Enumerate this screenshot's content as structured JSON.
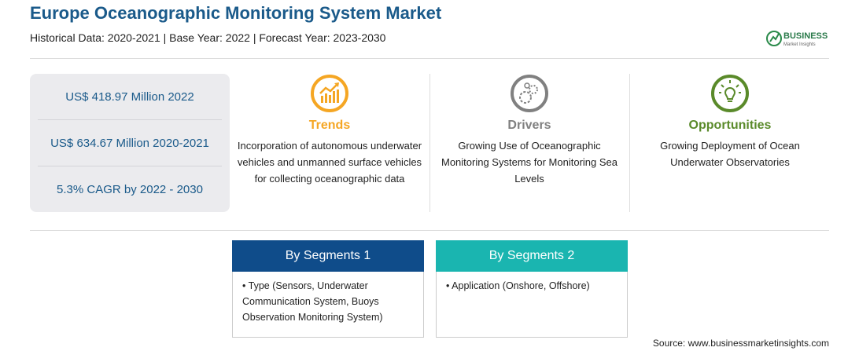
{
  "header": {
    "title": "Europe Oceanographic Monitoring System Market",
    "subtitle": "Historical Data: 2020-2021 | Base Year: 2022 | Forecast Year: 2023-2030",
    "logo_text": "BUSINESS Market Insights"
  },
  "stats": [
    "US$ 418.97 Million 2022",
    "US$ 634.67 Million 2020-2021",
    "5.3% CAGR by 2022 - 2030"
  ],
  "columns": [
    {
      "title": "Trends",
      "icon": "trend-chart-icon",
      "color": "#f5a623",
      "text": "Incorporation of autonomous underwater vehicles and unmanned surface vehicles for collecting oceanographic data"
    },
    {
      "title": "Drivers",
      "icon": "gears-icon",
      "color": "#808080",
      "text": "Growing Use of Oceanographic Monitoring Systems for Monitoring Sea Levels"
    },
    {
      "title": "Opportunities",
      "icon": "lightbulb-icon",
      "color": "#5a8a2a",
      "text": "Growing Deployment of Ocean Underwater Observatories"
    }
  ],
  "segments": [
    {
      "title": "By Segments 1",
      "color": "#0f4c8a",
      "text": "• Type (Sensors, Underwater Communication System, Buoys Observation Monitoring System)"
    },
    {
      "title": "By Segments 2",
      "color": "#1ab5b0",
      "text": "• Application (Onshore, Offshore)"
    }
  ],
  "source": "Source: www.businessmarketinsights.com"
}
